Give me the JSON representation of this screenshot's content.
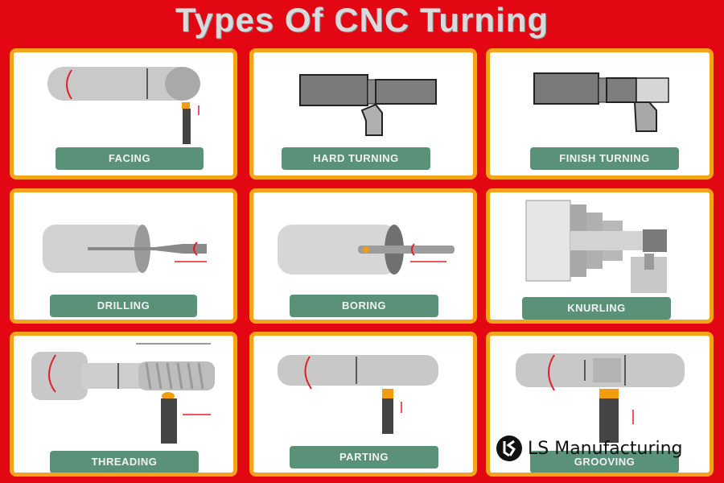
{
  "title": "Types Of CNC Turning",
  "cards": [
    {
      "label": "FACING"
    },
    {
      "label": "HARD TURNING"
    },
    {
      "label": "FINISH TURNING"
    },
    {
      "label": "DRILLING"
    },
    {
      "label": "BORING"
    },
    {
      "label": "KNURLING"
    },
    {
      "label": "THREADING"
    },
    {
      "label": "PARTING"
    },
    {
      "label": "GROOVING"
    }
  ],
  "brand": {
    "name": "LS Manufacturing",
    "logo": "ls-logo-icon"
  },
  "colors": {
    "background": "#e30613",
    "card_border": "#f7a21b",
    "label_bg": "#5a9279",
    "title": "#d9dadc"
  }
}
